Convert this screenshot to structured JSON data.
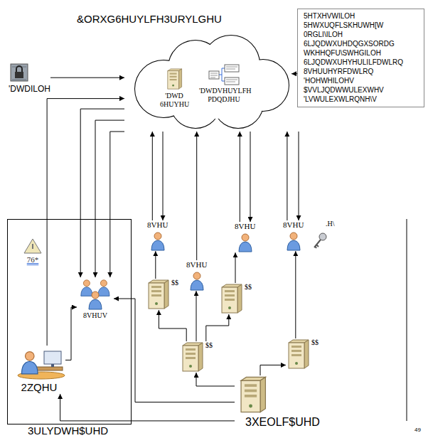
{
  "diagram": {
    "nodes": [
      {
        "text": [
          "&ORXG6HUYLFH3URYLGHU"
        ]
      },
      {
        "text": [
          "'DWD 6HUYHU"
        ],
        "in": 0
      },
      {
        "text": [
          "'DWDVHUYLFH PDQDJHU"
        ],
        "in": 0
      },
      {
        "text": [
          "5HTXHVWILOH",
          "5HWXUQFLSKHUWH[W",
          "0RGLI\\ILOH",
          "6LJQDWXUHDQGXSORDG",
          "WKHHQFU\\SWHGILOH",
          "6LJQDWXUHYHULILFDWLRQ",
          "8VHUUHYRFDWLRQ",
          "'HOHWHILOHV",
          "$VVLJQDWWULEXWHV",
          "'LVWULEXWLRQNH\\V"
        ]
      },
      {
        "text": [
          "'DWDILOH"
        ]
      },
      {
        "text": [
          "3ULYDWH$UHD"
        ]
      },
      {
        "text": [
          "76*"
        ],
        "in": 5
      },
      {
        "text": [
          "8VHUV"
        ],
        "in": 5
      },
      {
        "text": [
          "2ZQHU"
        ],
        "in": 5
      },
      {
        "text": [
          "8VHU"
        ]
      },
      {
        "text": [
          "8VHU"
        ]
      },
      {
        "text": [
          "8VHU"
        ]
      },
      {
        "text": [
          "8VHU"
        ]
      },
      {
        "text": [
          "$$"
        ]
      },
      {
        "text": [
          "$$"
        ]
      },
      {
        "text": [
          "$$"
        ]
      },
      {
        "text": [
          "$$"
        ]
      },
      {
        "text": [
          "3XEOLF$UHD"
        ]
      }
    ],
    "edges": [
      {
        "from": 4,
        "to": 0,
        "arrow": "to"
      },
      {
        "from": 3,
        "to": 0,
        "arrow": "to"
      },
      {
        "from": 0,
        "to": 7,
        "arrow": "to"
      },
      {
        "from": 0,
        "to": 7,
        "arrow": "to"
      },
      {
        "from": 0,
        "to": 7,
        "arrow": "to"
      },
      {
        "from": 8,
        "to": 0,
        "arrow": "to"
      },
      {
        "from": 8,
        "to": 7,
        "arrow": "to"
      },
      {
        "from": 9,
        "to": 0,
        "arrow": "to"
      },
      {
        "from": 0,
        "to": 9,
        "arrow": "to"
      },
      {
        "from": 10,
        "to": 0,
        "arrow": "to"
      },
      {
        "from": 0,
        "to": 10,
        "arrow": "to"
      },
      {
        "from": 11,
        "to": 0,
        "arrow": "to"
      },
      {
        "from": 0,
        "to": 11,
        "arrow": "to"
      },
      {
        "from": 13,
        "to": 9,
        "arrow": "to"
      },
      {
        "from": 14,
        "to": 10,
        "arrow": "to"
      },
      {
        "from": 16,
        "to": 11,
        "arrow": "to"
      },
      {
        "from": 15,
        "to": 13,
        "arrow": "to"
      },
      {
        "from": 15,
        "to": 12,
        "arrow": "to"
      },
      {
        "from": 15,
        "to": 14,
        "arrow": "to"
      },
      {
        "from": 17,
        "to": 15,
        "arrow": "to"
      },
      {
        "from": 17,
        "to": 16,
        "arrow": "to"
      },
      {
        "from": 17,
        "to": 7,
        "arrow": "to"
      },
      {
        "from": 17,
        "to": 8,
        "arrow": "to"
      },
      {
        "from": 12,
        "to": 0,
        "arrow": "to"
      }
    ],
    "labels": [
      ".H\\",
      "49"
    ]
  }
}
